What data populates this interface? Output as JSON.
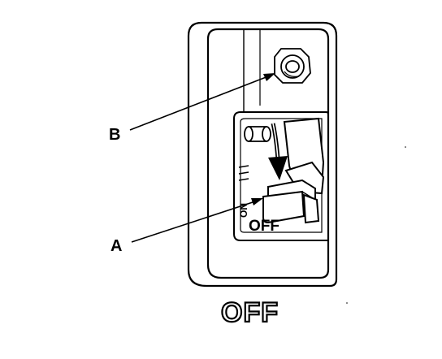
{
  "callouts": {
    "a": "A",
    "b": "B"
  },
  "switch": {
    "position_text": "OFF",
    "on_text": "ON"
  },
  "caption": "OFF",
  "colors": {
    "ink": "#000000",
    "paper": "#ffffff"
  }
}
